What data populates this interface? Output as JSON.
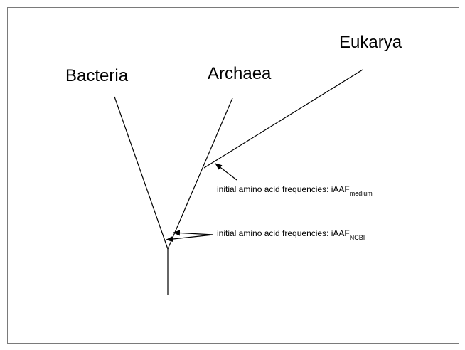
{
  "taxa": {
    "bacteria": "Bacteria",
    "archaea": "Archaea",
    "eukarya": "Eukarya"
  },
  "annotations": {
    "medium": {
      "text": "initial amino acid frequencies: iAAF",
      "subscript": "medium"
    },
    "ncbi": {
      "text": "initial amino acid frequencies: iAAF",
      "subscript": "NCBI"
    }
  },
  "colors": {
    "line": "#000000",
    "frame": "#7a7a7a",
    "background": "#ffffff"
  }
}
